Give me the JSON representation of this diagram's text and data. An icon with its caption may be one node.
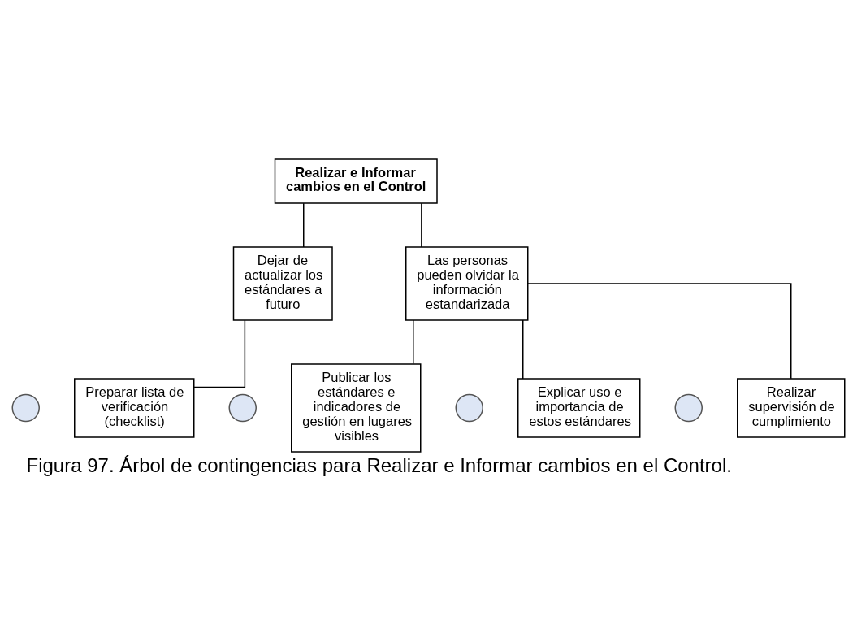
{
  "diagram": {
    "caption": "Figura 97. Árbol de contingencias para Realizar e Informar cambios en el Control.",
    "nodes": [
      {
        "text": [
          "Realizar e Informar cambios en el Control"
        ]
      },
      {
        "text": [
          "Dejar de actualizar los estándares a futuro"
        ]
      },
      {
        "text": [
          "Las personas pueden olvidar la información estandarizada"
        ]
      },
      {
        "text": [],
        "shape": "circle"
      },
      {
        "text": [
          "Preparar lista de verificación (checklist)"
        ]
      },
      {
        "text": [],
        "shape": "circle"
      },
      {
        "text": [
          "Publicar los estándares e indicadores de gestión en lugares visibles"
        ]
      },
      {
        "text": [],
        "shape": "circle"
      },
      {
        "text": [
          "Explicar uso e importancia de estos estándares"
        ]
      },
      {
        "text": [],
        "shape": "circle"
      },
      {
        "text": [
          "Realizar supervisión de cumplimiento"
        ]
      }
    ],
    "edges": [
      {
        "from": 0,
        "to": 1,
        "arrow": "none"
      },
      {
        "from": 0,
        "to": 2,
        "arrow": "none"
      },
      {
        "from": 1,
        "to": 4,
        "arrow": "none"
      },
      {
        "from": 2,
        "to": 6,
        "arrow": "none"
      },
      {
        "from": 2,
        "to": 8,
        "arrow": "none"
      },
      {
        "from": 2,
        "to": 10,
        "arrow": "none"
      }
    ]
  }
}
